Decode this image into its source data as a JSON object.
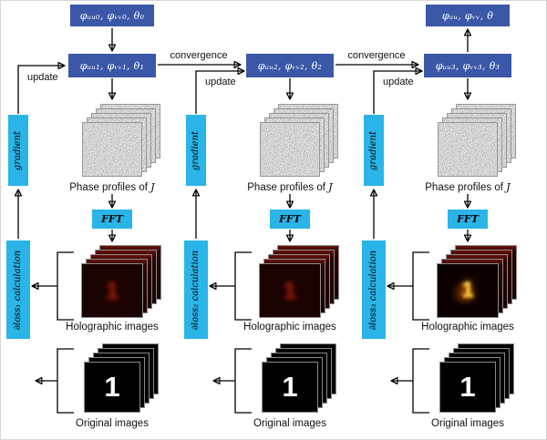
{
  "colors": {
    "param-blue": "#3a57a8",
    "cyan": "#2ab4e8"
  },
  "top": {
    "init_params": "φᵤᵤ₀, φᵥᵥ₀, θ₀",
    "final_params": "φᵤᵤ, φᵥᵥ, θ"
  },
  "labels": {
    "convergence": "convergence",
    "update": "update",
    "gradient": "gradient",
    "phase_prefix": "Phase profiles of",
    "phase_math": "J",
    "fft": "FFT",
    "holographic": "Holographic images",
    "original": "Original images",
    "one": "1"
  },
  "columns": [
    {
      "params": "φᵤᵤ₁, φᵥᵥ₁, θ₁",
      "loss": "∂loss₁ calculation"
    },
    {
      "params": "φᵤᵤ₂, φᵥᵥ₂, θ₂",
      "loss": "∂loss₂ calculation"
    },
    {
      "params": "φᵤᵤ₃, φᵥᵥ₃, θ₃",
      "loss": "∂loss₃ calculation"
    }
  ]
}
